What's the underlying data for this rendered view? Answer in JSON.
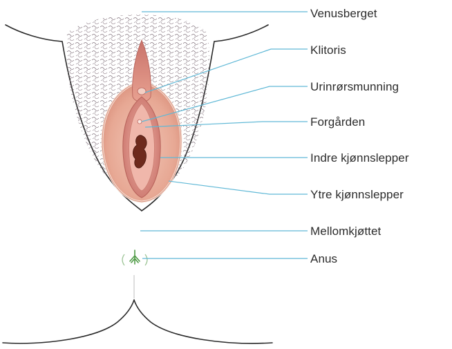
{
  "diagram": {
    "labels": [
      {
        "id": "venusberget",
        "text": "Venusberget"
      },
      {
        "id": "klitoris",
        "text": "Klitoris"
      },
      {
        "id": "urinrorsmunning",
        "text": "Urinrørsmunning"
      },
      {
        "id": "forgarden",
        "text": "Forgården"
      },
      {
        "id": "indre-kjonnslepper",
        "text": "Indre kjønnslepper"
      },
      {
        "id": "ytre-kjonnslepper",
        "text": "Ytre kjønnslepper"
      },
      {
        "id": "mellomkjottet",
        "text": "Mellomkjøttet"
      },
      {
        "id": "anus",
        "text": "Anus"
      }
    ]
  },
  "colors": {
    "leader_line": "#5fb8d6",
    "outline": "#2a2a2a",
    "hair": "#7d6d77",
    "labia_outer": "#e7a894",
    "labia_inner": "#c9736a",
    "vestibule": "#e9a79d",
    "opening": "#6e2a1d",
    "anus": "#4e9a45"
  }
}
